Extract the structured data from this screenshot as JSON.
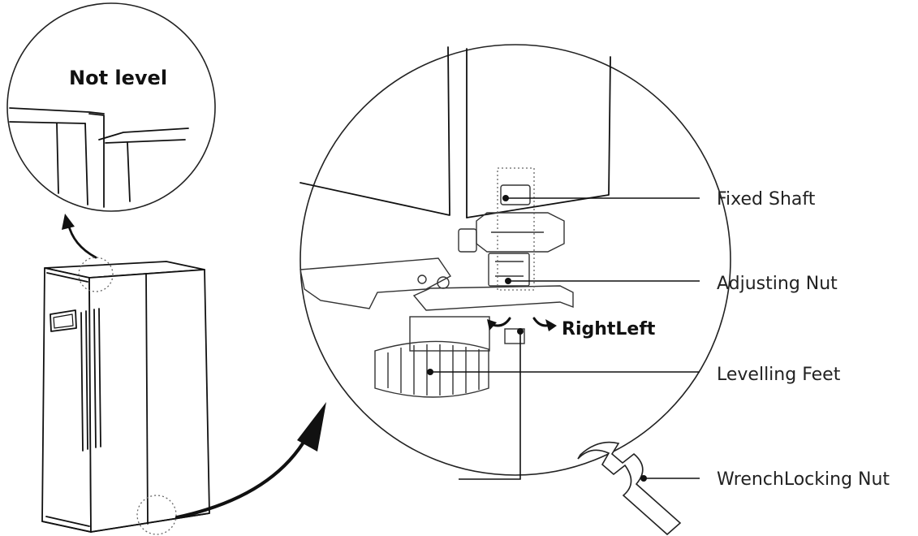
{
  "labels": {
    "not_level": "Not level",
    "right_left": "RightLeft",
    "fixed_shaft": "Fixed Shaft",
    "adjusting_nut": "Adjusting Nut",
    "levelling_feet": "Levelling Feet",
    "wrench_locking_nut": "WrenchLocking Nut"
  }
}
